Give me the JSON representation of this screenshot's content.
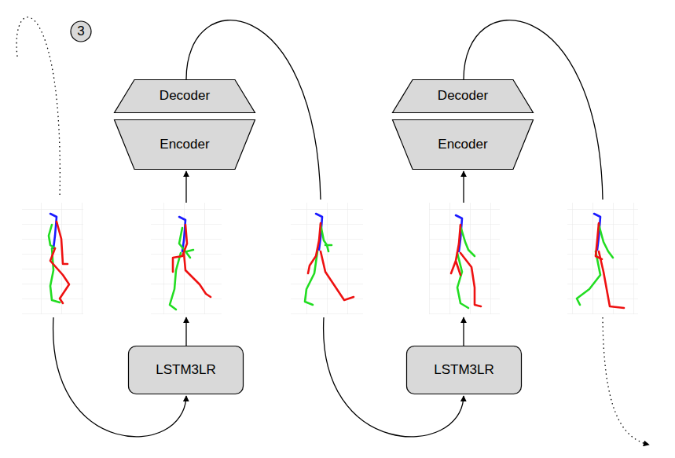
{
  "diagram": {
    "nodes": [
      {
        "text": [
          "3"
        ]
      },
      {
        "text": [
          "Decoder"
        ]
      },
      {
        "text": [
          "Encoder"
        ]
      },
      {
        "text": [
          "LSTM3LR"
        ]
      },
      {
        "text": [
          "Decoder"
        ]
      },
      {
        "text": [
          "Encoder"
        ]
      },
      {
        "text": [
          "LSTM3LR"
        ]
      }
    ]
  }
}
